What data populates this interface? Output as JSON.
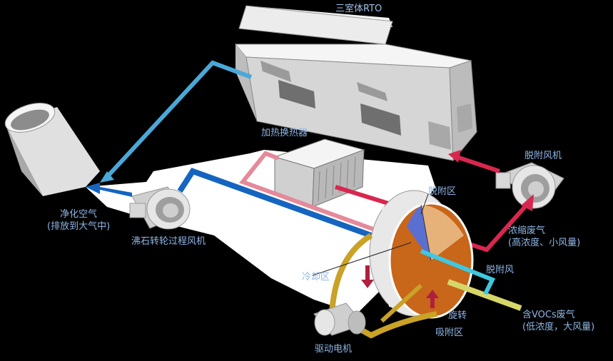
{
  "diagram": {
    "labels": {
      "rto": "三室体RTO",
      "heat_exchanger": "加热换热器",
      "desorption_fan": "脱附风机",
      "desorption_zone": "脱附区",
      "concentrated_gas_line1": "浓缩废气",
      "concentrated_gas_line2": "(高浓度、小风量)",
      "clean_air_line1": "净化空气",
      "clean_air_line2": "(排放到大气中)",
      "process_fan": "沸石转轮过程风机",
      "cooling_zone": "冷却区",
      "desorption_air": "脱附风",
      "rotation": "旋转",
      "voc_gas_line1": "含VOCs废气",
      "voc_gas_line2": "(低浓度，大风量)",
      "adsorption_zone": "吸附区",
      "drive_motor": "驱动电机"
    },
    "colors": {
      "background": "#000000",
      "label_text": "#8fb6e6",
      "rto_body": "#d9d9d9",
      "wheel_adsorption": "#c8661a",
      "wheel_rim": "#e8e8e8",
      "belt": "#c9a227",
      "clean_air_flow": "#4aa8d8",
      "process_flow": "#1565c0",
      "hot_flow": "#d8264f",
      "heated_flow": "#e58a9a",
      "voc_inlet_flow": "#d6d66a",
      "desorption_air_flow": "#3fc8e0"
    }
  }
}
